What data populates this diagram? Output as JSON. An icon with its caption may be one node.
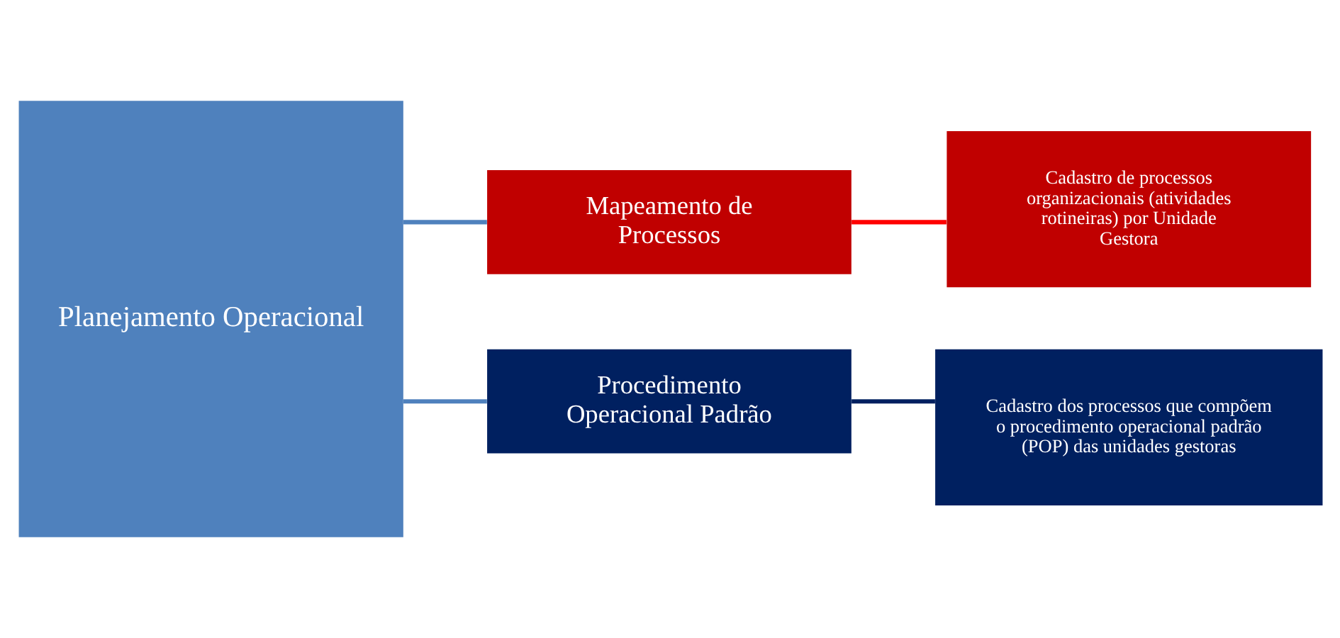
{
  "diagram": {
    "nodes": [
      {
        "text": [
          "Planejamento Operacional"
        ]
      },
      {
        "text": [
          "Mapeamento de Processos"
        ]
      },
      {
        "text": [
          "Procedimento Operacional Padrão"
        ]
      },
      {
        "text": [
          "Cadastro de processos organizacionais (atividades rotineiras) por Unidade Gestora"
        ]
      },
      {
        "text": [
          "Cadastro dos processos que compõem o procedimento operacional padrão (POP) das unidades gestoras"
        ]
      }
    ],
    "edges": [
      {
        "from": 0,
        "to": 1,
        "arrow": "none"
      },
      {
        "from": 0,
        "to": 2,
        "arrow": "none"
      },
      {
        "from": 1,
        "to": 3,
        "arrow": "none",
        "color": "#ff0000"
      },
      {
        "from": 2,
        "to": 4,
        "arrow": "none",
        "color": "#002060"
      }
    ]
  }
}
